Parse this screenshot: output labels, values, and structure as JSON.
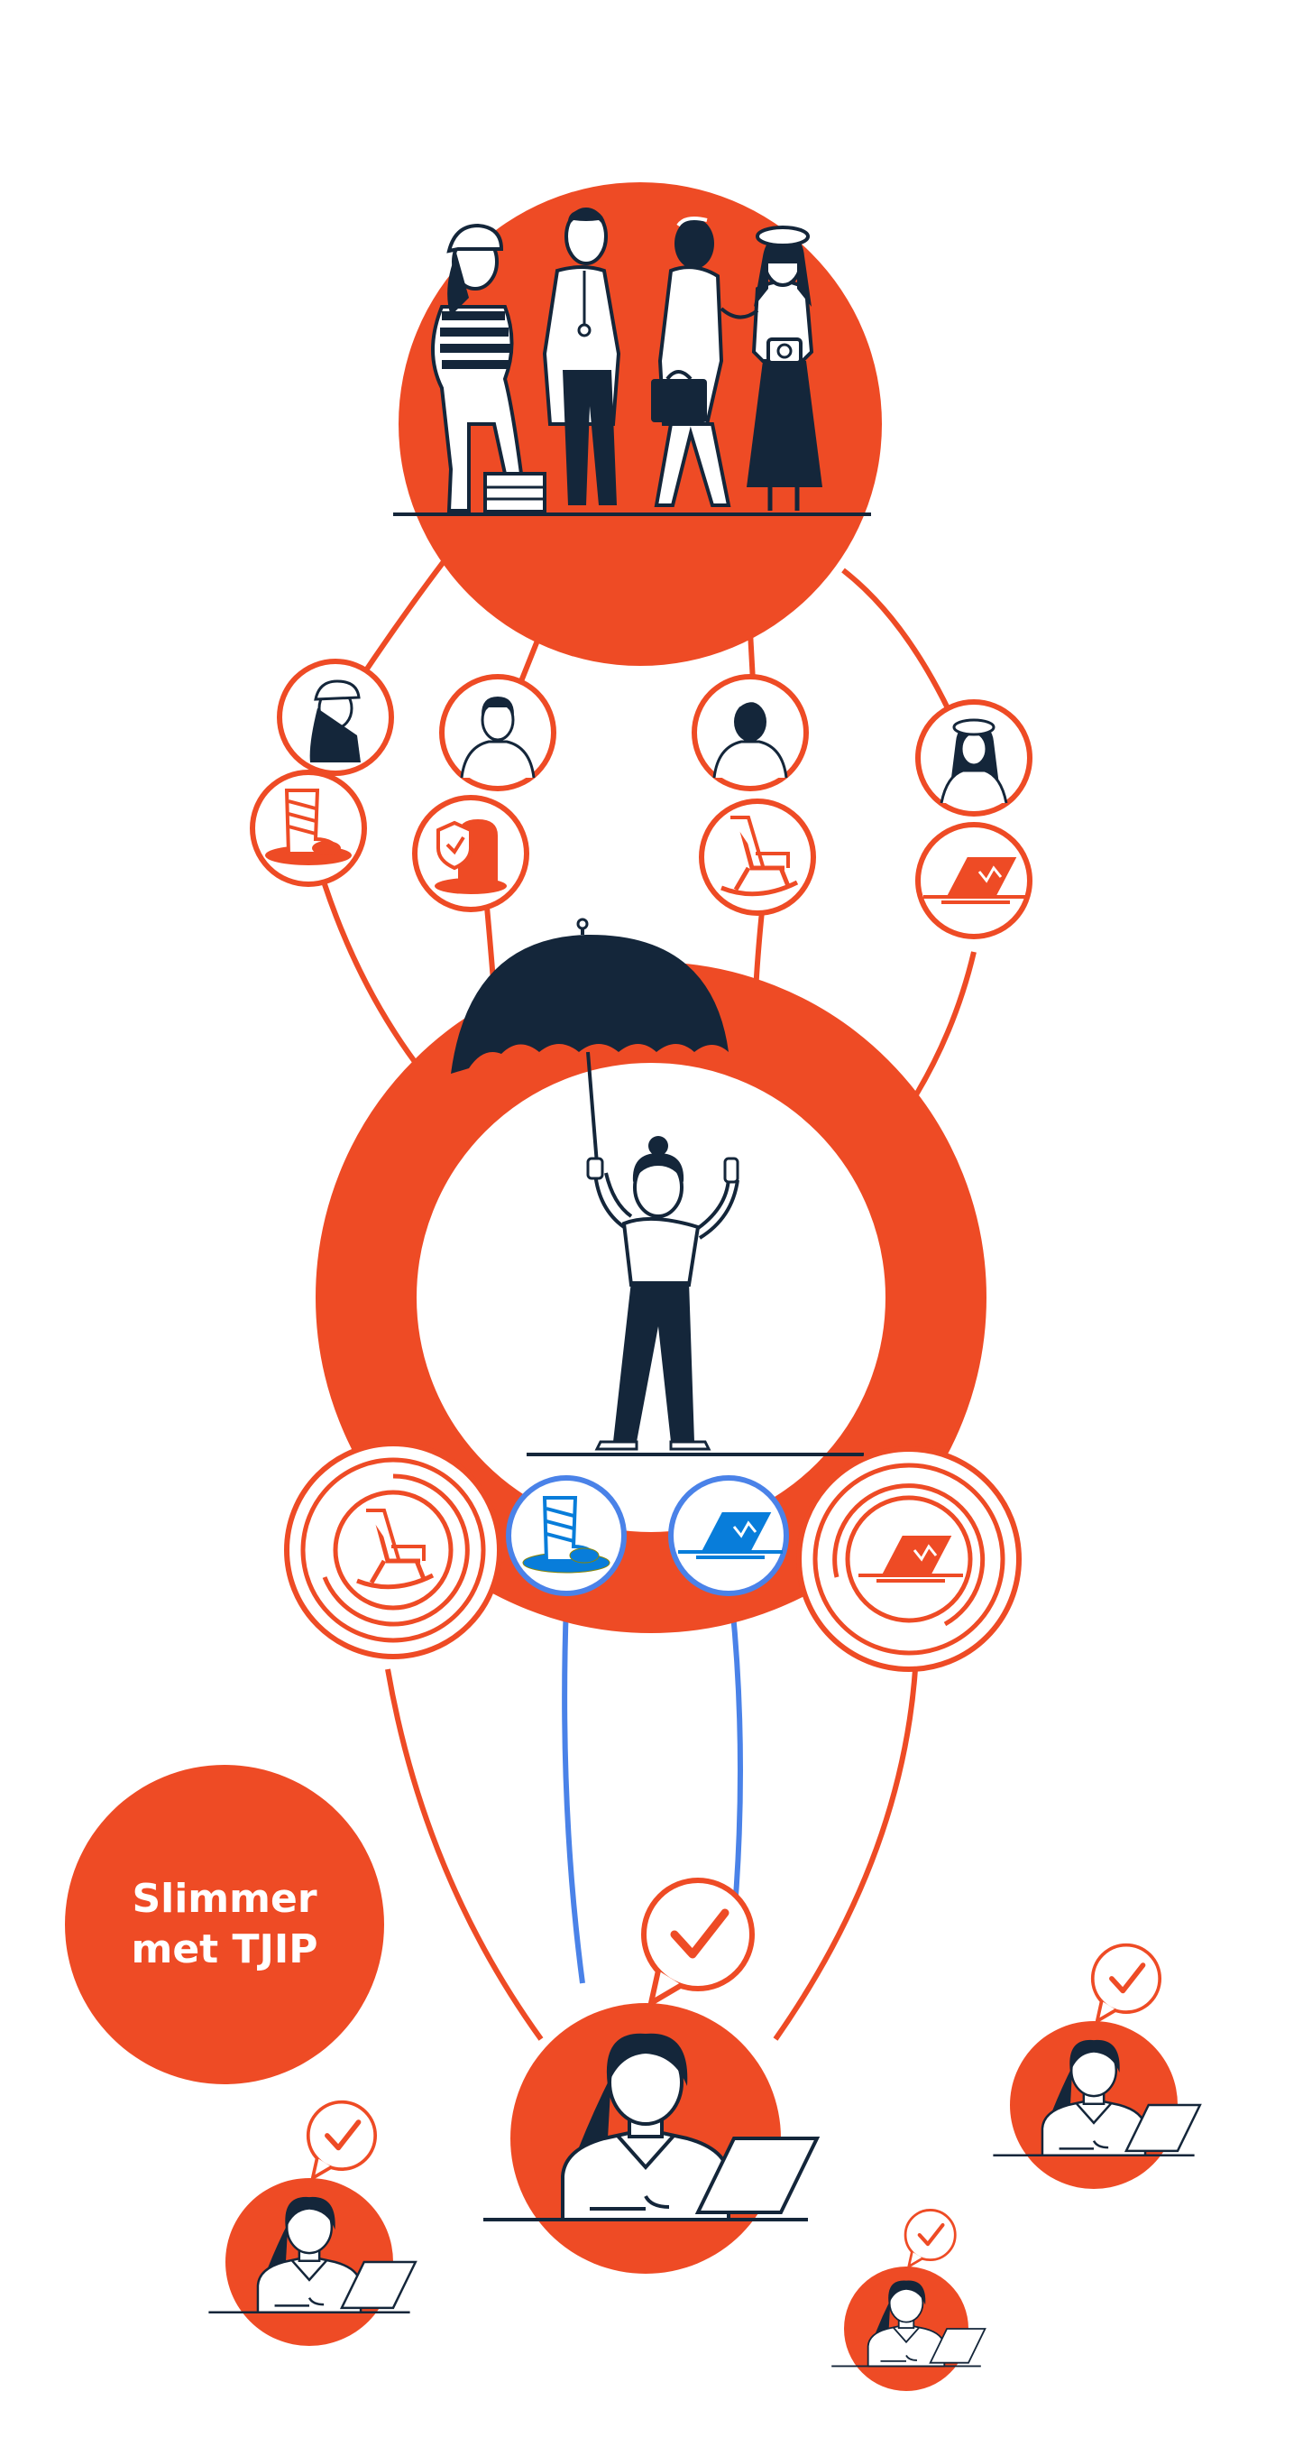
{
  "colors": {
    "accent": "#EE4B25",
    "navy": "#14263A",
    "blue": "#4A82E8",
    "white": "#FFFFFF"
  },
  "badge": {
    "text": "Slimmer\nmet TJIP"
  },
  "icons": {
    "top_group": "people-group-illustration",
    "umbrella": "umbrella-woman-illustration",
    "persons": [
      "construction-worker-icon",
      "doctor-icon",
      "businessman-icon",
      "photographer-icon"
    ],
    "benefits": [
      "injured-leg-cast-icon",
      "shield-pill-icon",
      "rocking-chair-icon",
      "broken-laptop-icon"
    ],
    "collected": [
      "rocking-chair-icon",
      "injured-leg-cast-icon",
      "broken-laptop-icon",
      "broken-laptop-icon"
    ],
    "result": "woman-at-laptop-with-checkmark-icon"
  }
}
